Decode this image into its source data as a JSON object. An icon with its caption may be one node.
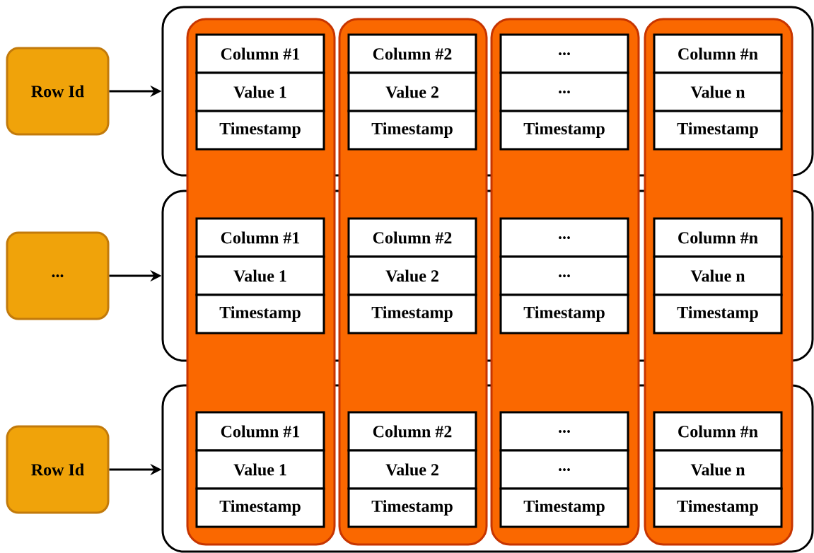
{
  "diagram": {
    "nodes": [
      {
        "text": [
          "Row Id"
        ]
      },
      {
        "text": [
          "..."
        ]
      },
      {
        "text": [
          "Row Id"
        ]
      },
      {
        "text": [],
        "shape": "box"
      },
      {
        "text": [],
        "shape": "box"
      },
      {
        "text": [],
        "shape": "box"
      },
      {
        "text": [],
        "shape": "box"
      },
      {
        "text": [],
        "shape": "box"
      },
      {
        "text": [],
        "shape": "box"
      },
      {
        "text": [],
        "shape": "box"
      },
      {
        "text": [
          "Column #1"
        ]
      },
      {
        "text": [
          "Value 1"
        ]
      },
      {
        "text": [
          "Timestamp"
        ]
      },
      {
        "text": [
          "Column #2"
        ]
      },
      {
        "text": [
          "Value 2"
        ]
      },
      {
        "text": [
          "Timestamp"
        ]
      },
      {
        "text": [
          "..."
        ]
      },
      {
        "text": [
          "..."
        ]
      },
      {
        "text": [
          "Timestamp"
        ]
      },
      {
        "text": [
          "Column #n"
        ]
      },
      {
        "text": [
          "Value n"
        ]
      },
      {
        "text": [
          "Timestamp"
        ]
      },
      {
        "text": [
          "Column #1"
        ]
      },
      {
        "text": [
          "Value 1"
        ]
      },
      {
        "text": [
          "Timestamp"
        ]
      },
      {
        "text": [
          "Column #2"
        ]
      },
      {
        "text": [
          "Value 2"
        ]
      },
      {
        "text": [
          "Timestamp"
        ]
      },
      {
        "text": [
          "..."
        ]
      },
      {
        "text": [
          "..."
        ]
      },
      {
        "text": [
          "Timestamp"
        ]
      },
      {
        "text": [
          "Column #n"
        ]
      },
      {
        "text": [
          "Value n"
        ]
      },
      {
        "text": [
          "Timestamp"
        ]
      },
      {
        "text": [
          "Column #1"
        ]
      },
      {
        "text": [
          "Value 1"
        ]
      },
      {
        "text": [
          "Timestamp"
        ]
      },
      {
        "text": [
          "Column #2"
        ]
      },
      {
        "text": [
          "Value 2"
        ]
      },
      {
        "text": [
          "Timestamp"
        ]
      },
      {
        "text": [
          "..."
        ]
      },
      {
        "text": [
          "..."
        ]
      },
      {
        "text": [
          "Timestamp"
        ]
      },
      {
        "text": [
          "Column #n"
        ]
      },
      {
        "text": [
          "Value n"
        ]
      },
      {
        "text": [
          "Timestamp"
        ]
      }
    ],
    "edges": [
      {
        "from": 0,
        "to": 3,
        "arrow": "to"
      },
      {
        "from": 1,
        "to": 4,
        "arrow": "to"
      },
      {
        "from": 2,
        "to": 5,
        "arrow": "to"
      }
    ]
  }
}
